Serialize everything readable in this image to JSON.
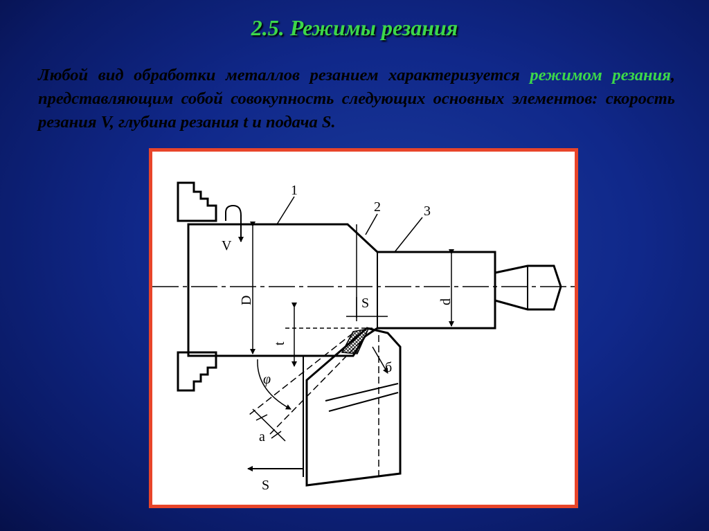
{
  "slide": {
    "title": "2.5. Режимы резания",
    "text_part1": "Любой вид обработки металлов резанием характеризуется ",
    "text_highlight": "режимом резания",
    "text_part2": ", представляющим собой совокупность следующих основных элементов: скорость резания V, глубина резания t и подача S."
  },
  "figure": {
    "labels": {
      "n1": "1",
      "n2": "2",
      "n3": "3",
      "V": "V",
      "D": "D",
      "d": "d",
      "S_top": "S",
      "t": "t",
      "phi": "φ",
      "b": "б",
      "a": "a",
      "S_bottom": "S"
    }
  },
  "colors": {
    "title": "#3cd84a",
    "highlight": "#3cd84a",
    "frame_border": "#e8452a",
    "text": "#000000"
  }
}
